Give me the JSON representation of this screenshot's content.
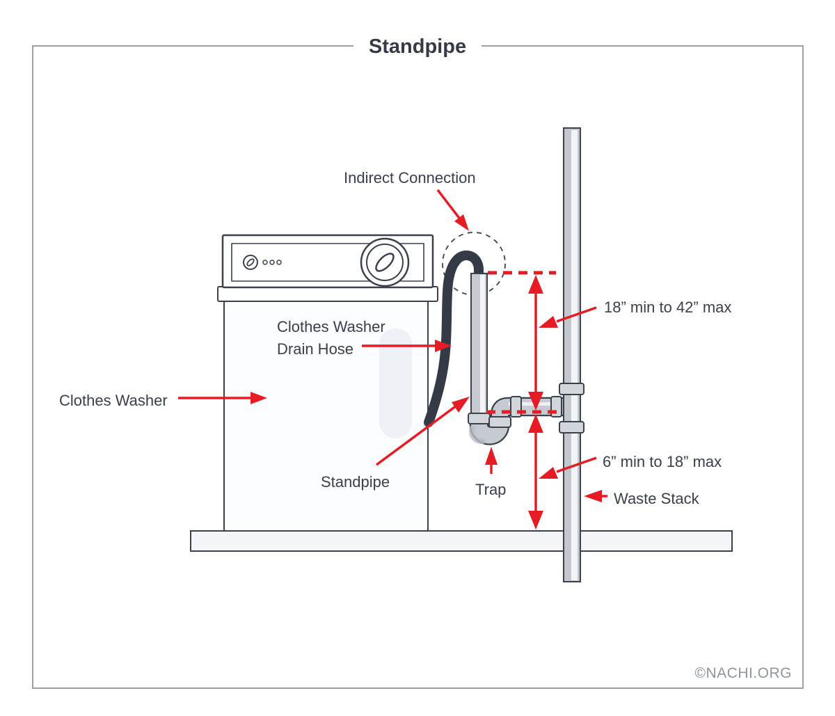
{
  "title": "Standpipe",
  "credit": "©NACHI.ORG",
  "labels": {
    "indirect_connection": "Indirect Connection",
    "drain_hose_line1": "Clothes Washer",
    "drain_hose_line2": "Drain Hose",
    "clothes_washer": "Clothes Washer",
    "standpipe": "Standpipe",
    "trap": "Trap",
    "standpipe_height": "18” min to 42” max",
    "trap_height": "6” min to 18” max",
    "waste_stack": "Waste Stack"
  },
  "colors": {
    "annotation_red": "#e71b24",
    "outline_dark": "#3a414d",
    "label_text": "#39404b",
    "pipe_gray": "#c7cbd1",
    "fitting_gray": "#d2d6db",
    "hose_dark": "#343b47",
    "washer_fill": "#fbfdfe",
    "floor_fill": "#f3f5f9",
    "frame_gray": "#9aa1a8",
    "credit_gray": "#8e959e"
  }
}
